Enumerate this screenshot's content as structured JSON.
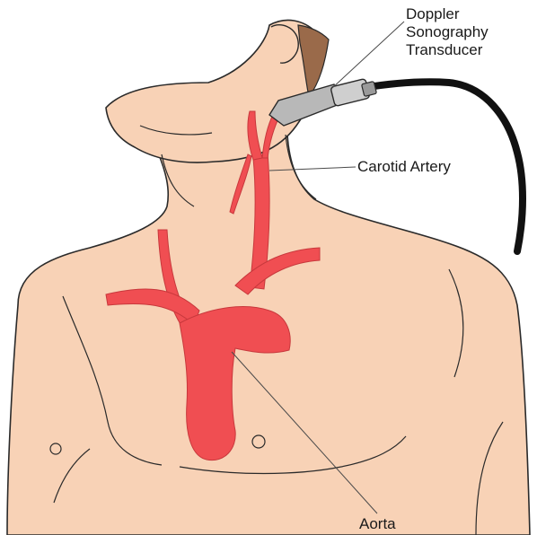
{
  "diagram": {
    "labels": {
      "transducer": [
        "Doppler",
        "Sonography",
        "Transducer"
      ],
      "carotid": "Carotid Artery",
      "aorta": "Aorta"
    },
    "colors": {
      "skin": "#f8d2b6",
      "outline": "#2a2a2a",
      "artery": "#f04e52",
      "hair": "#9a6a4a",
      "probe": "#b8b8b8",
      "cable": "#111111"
    }
  }
}
